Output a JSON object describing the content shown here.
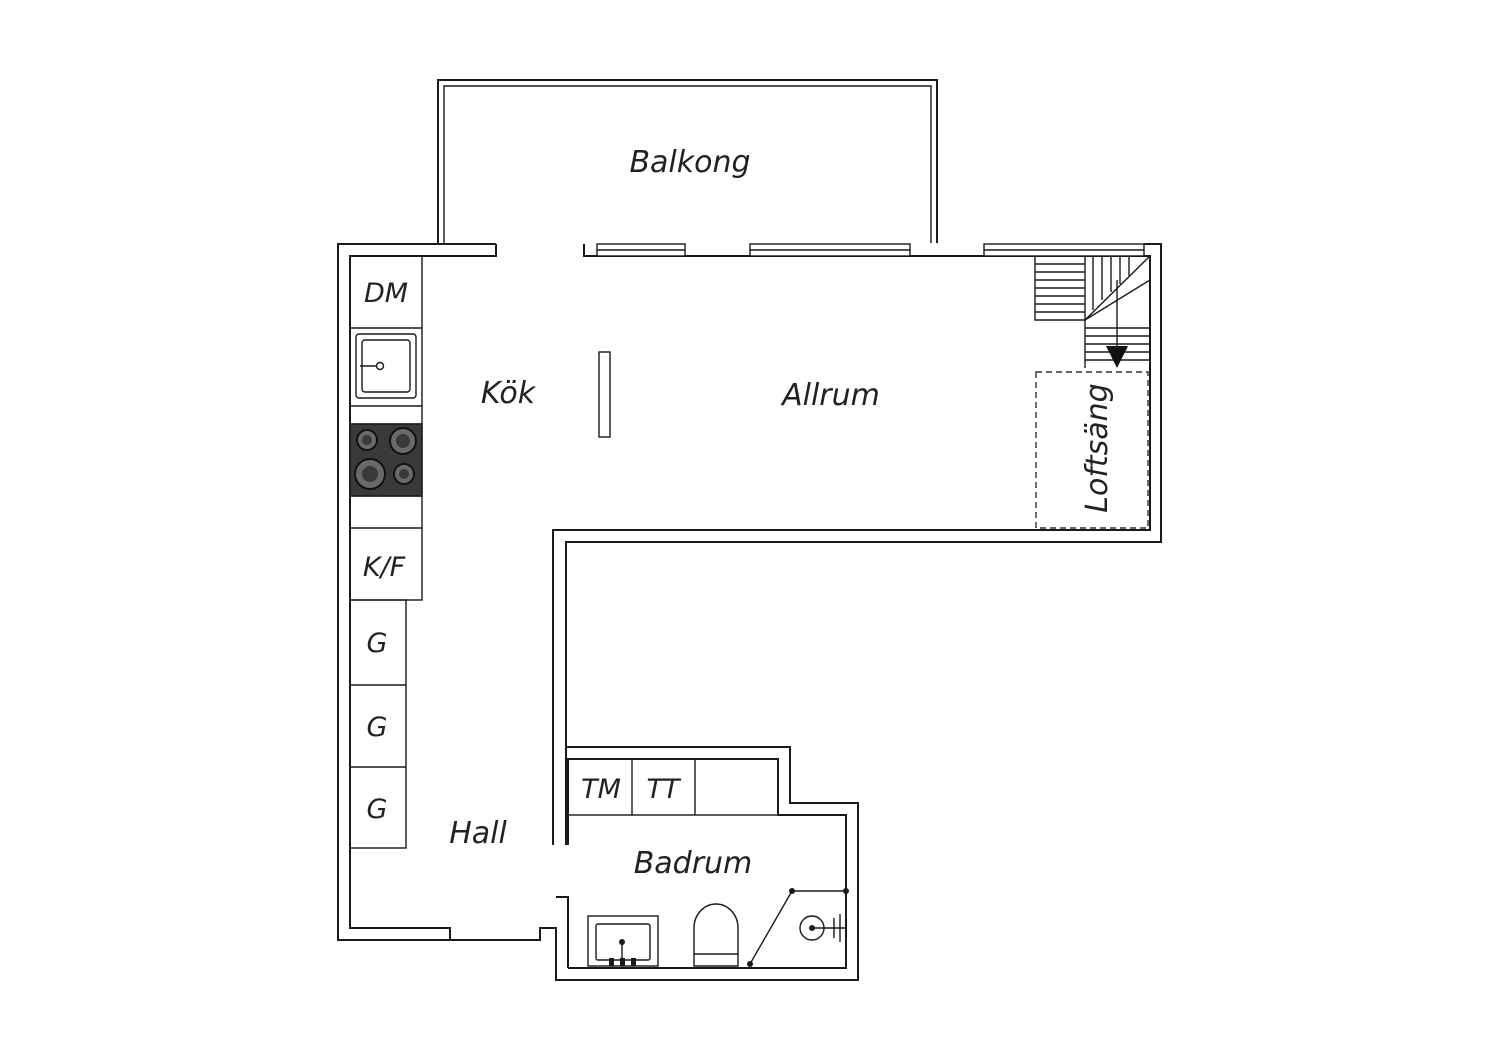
{
  "rooms": {
    "balkong": "Balkong",
    "kok": "Kök",
    "allrum": "Allrum",
    "loftsang": "Loftsäng",
    "hall": "Hall",
    "badrum": "Badrum"
  },
  "fixtures": {
    "dm": "DM",
    "kf": "K/F",
    "g1": "G",
    "g2": "G",
    "g3": "G",
    "tm": "TM",
    "tt": "TT"
  },
  "colors": {
    "line": "#1a1a1a",
    "stove": "#3a3a3a"
  }
}
